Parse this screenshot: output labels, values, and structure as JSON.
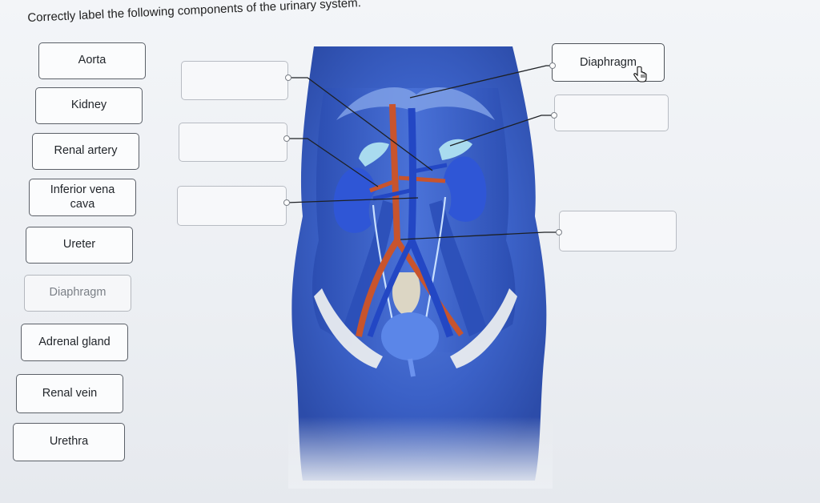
{
  "instructions": "Correctly label the following components of the urinary system.",
  "label_bank": [
    {
      "text": "Aorta",
      "used": false
    },
    {
      "text": "Kidney",
      "used": false
    },
    {
      "text": "Renal artery",
      "used": false
    },
    {
      "text": "Inferior vena cava",
      "used": false
    },
    {
      "text": "Ureter",
      "used": false
    },
    {
      "text": "Diaphragm",
      "used": true
    },
    {
      "text": "Adrenal gland",
      "used": false
    },
    {
      "text": "Renal vein",
      "used": false
    },
    {
      "text": "Urethra",
      "used": false
    }
  ],
  "drop_zones": [
    {
      "side": "left",
      "value": ""
    },
    {
      "side": "left",
      "value": ""
    },
    {
      "side": "left",
      "value": ""
    },
    {
      "side": "right",
      "value": "Diaphragm"
    },
    {
      "side": "right",
      "value": ""
    },
    {
      "side": "right",
      "value": ""
    }
  ],
  "cursor": "hand-pointer-icon",
  "colors": {
    "body_blue": "#3e63c8",
    "vessel_red": "#c8542d",
    "kidney_blue": "#2f56d6",
    "bladder_blue": "#5b86e8",
    "adrenal": "#9fd3e8"
  }
}
